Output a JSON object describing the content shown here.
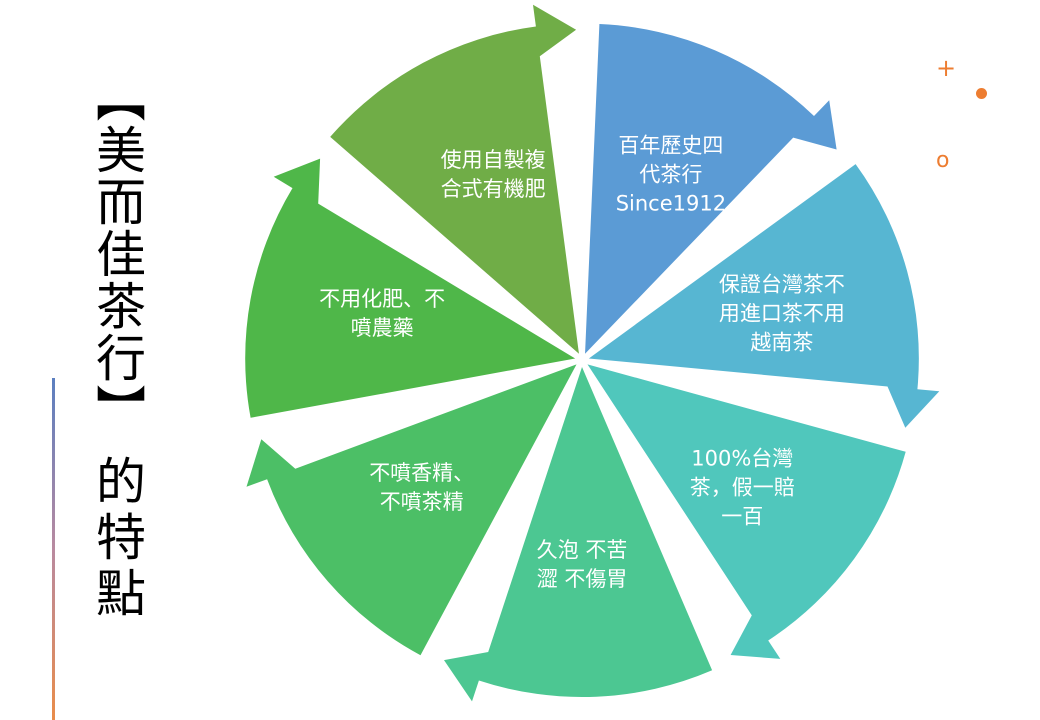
{
  "title": {
    "main": "【美而佳茶行】",
    "sub": "的特點"
  },
  "decorations": {
    "plus": "+",
    "circle": "o"
  },
  "cycle": [
    {
      "text": "百年歷史四\n代茶行\nSince1912",
      "color": "#5b9bd5"
    },
    {
      "text": "保證台灣茶不\n用進口茶不用\n越南茶",
      "color": "#57b6d2"
    },
    {
      "text": "100%台灣\n茶，假一賠\n一百",
      "color": "#50c7bc"
    },
    {
      "text": "久泡 不苦\n澀 不傷胃",
      "color": "#4cc792"
    },
    {
      "text": "不噴香精、\n不噴茶精",
      "color": "#4cbf66"
    },
    {
      "text": "不用化肥、不\n噴農藥",
      "color": "#4fb749"
    },
    {
      "text": "使用自製複\n合式有機肥",
      "color": "#70ad47"
    }
  ]
}
